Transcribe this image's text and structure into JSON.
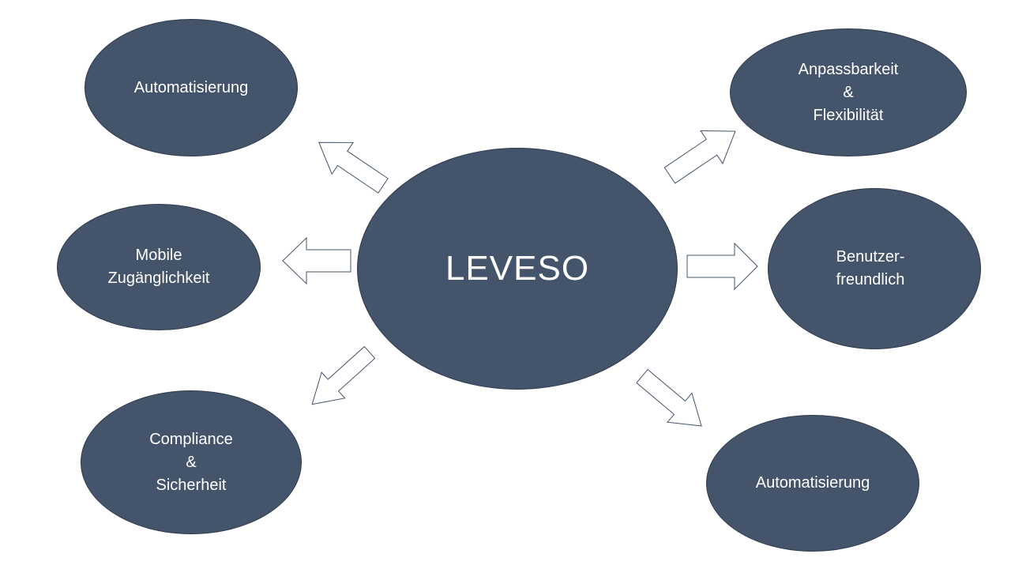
{
  "center": {
    "label": "LEVESO"
  },
  "nodes": {
    "top_left": {
      "lines": [
        "Automatisierung"
      ]
    },
    "middle_left": {
      "lines": [
        "Mobile",
        "Zugänglichkeit"
      ]
    },
    "bottom_left": {
      "lines": [
        "Compliance",
        "&",
        "Sicherheit"
      ]
    },
    "top_right": {
      "lines": [
        "Anpassbarkeit",
        "&",
        "Flexibilität"
      ]
    },
    "middle_right": {
      "lines": [
        "Benutzer-",
        "freundlich"
      ]
    },
    "bottom_right": {
      "lines": [
        "Automatisierung"
      ]
    }
  },
  "colors": {
    "fill": "#44546a",
    "text": "#ffffff",
    "arrow_outline": "#44546a",
    "background": "#ffffff"
  }
}
